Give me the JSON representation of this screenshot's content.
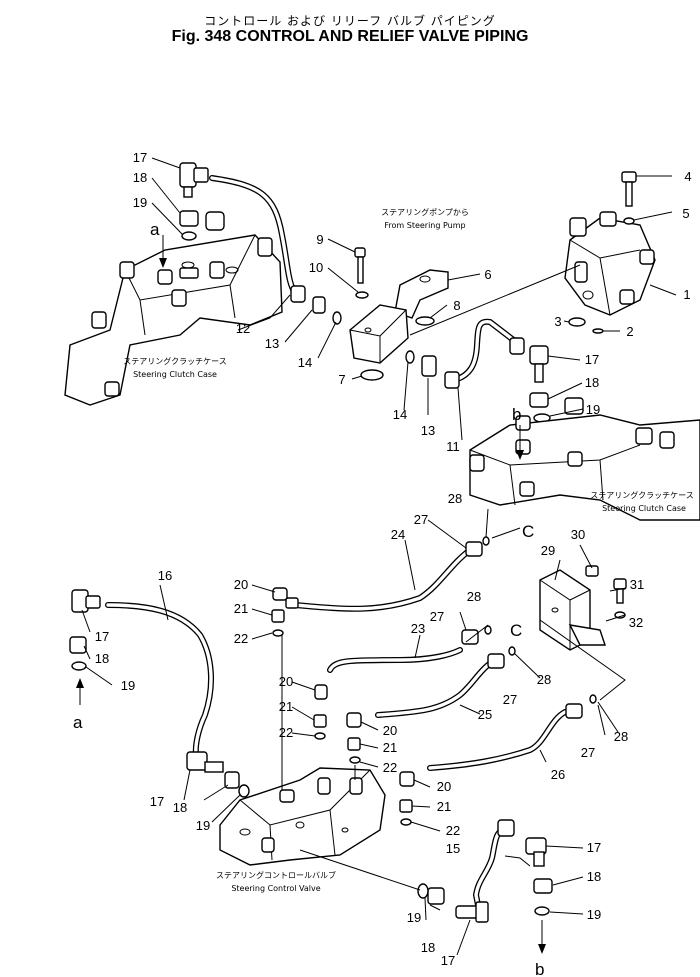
{
  "title": {
    "jp": "コントロール および リリーフ バルブ パイピング",
    "en": "Fig. 348  CONTROL AND RELIEF VALVE PIPING"
  },
  "captions": {
    "steering_pump_jp": "ステアリングポンプから",
    "steering_pump_en": "From Steering Pump",
    "clutch_case_left_jp": "ステアリングクラッチケース",
    "clutch_case_left_en": "Steering Clutch Case",
    "clutch_case_right_jp": "ステアリングクラッチケース",
    "clutch_case_right_en": "Steering Clutch Case",
    "control_valve_jp": "ステアリングコントロールバルブ",
    "control_valve_en": "Steering Control Valve"
  },
  "refs": {
    "a_top": "a",
    "a_bottom": "a",
    "b_top": "b",
    "b_bottom": "b",
    "c_top": "C",
    "c_mid": "C"
  },
  "labels": {
    "l1": "1",
    "l2": "2",
    "l3": "3",
    "l4": "4",
    "l5": "5",
    "l6": "6",
    "l7": "7",
    "l8": "8",
    "l9": "9",
    "l10": "10",
    "l11": "11",
    "l12": "12",
    "l13a": "13",
    "l13b": "13",
    "l14a": "14",
    "l14b": "14",
    "l17a": "17",
    "l18a": "18",
    "l19a": "19",
    "l17b": "17",
    "l18b": "18",
    "l19b": "19",
    "l16": "16",
    "l17c": "17",
    "l18c": "18",
    "l19c": "19",
    "l17d": "17",
    "l18d": "18",
    "l19d": "19",
    "l15": "15",
    "l17e": "17",
    "l18e": "18",
    "l19e": "19",
    "l17f": "17",
    "l18f": "18",
    "l19f": "19",
    "l20a": "20",
    "l21a": "21",
    "l22a": "22",
    "l20b": "20",
    "l21b": "21",
    "l22b": "22",
    "l20c": "20",
    "l21c": "21",
    "l22c": "22",
    "l20d": "20",
    "l21d": "21",
    "l22d": "22",
    "l23": "23",
    "l24": "24",
    "l25": "25",
    "l26": "26",
    "l27a": "27",
    "l27b": "27",
    "l27c": "27",
    "l27d": "27",
    "l28a": "28",
    "l28b": "28",
    "l28c": "28",
    "l28d": "28",
    "l29": "29",
    "l30": "30",
    "l31": "31",
    "l32": "32"
  }
}
